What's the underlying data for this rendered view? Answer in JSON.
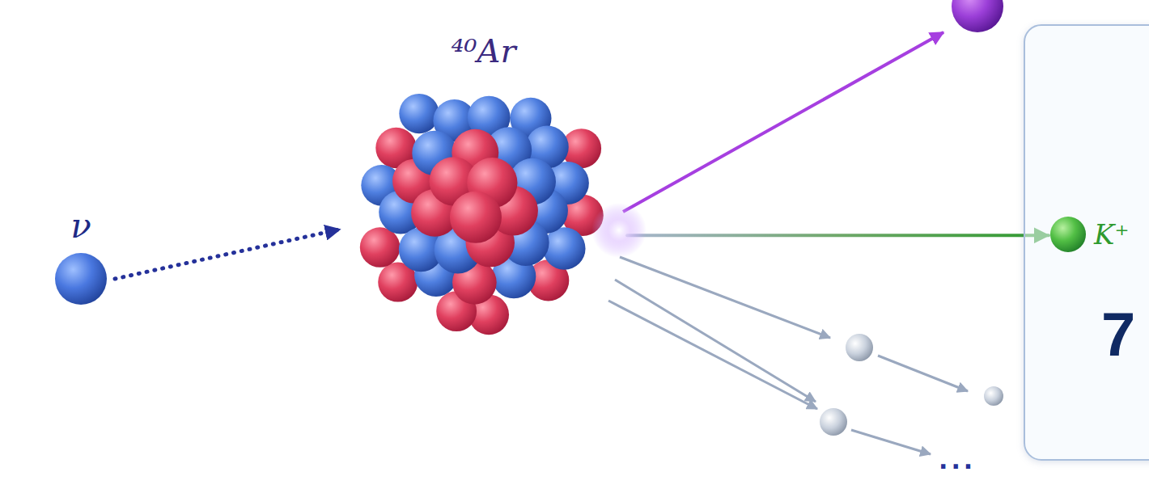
{
  "diagram": {
    "nodes": [
      {
        "text": [
          "ν"
        ]
      },
      {
        "text": [
          "⁴⁰Ar"
        ]
      },
      {
        "text": [
          "K⁺"
        ]
      },
      {
        "text": [
          "7"
        ]
      }
    ],
    "edges": [
      {
        "from": 0,
        "to": 1,
        "arrow": "to"
      },
      {
        "from": 1,
        "to": 2,
        "arrow": "to"
      }
    ],
    "labels": [
      "..."
    ]
  }
}
